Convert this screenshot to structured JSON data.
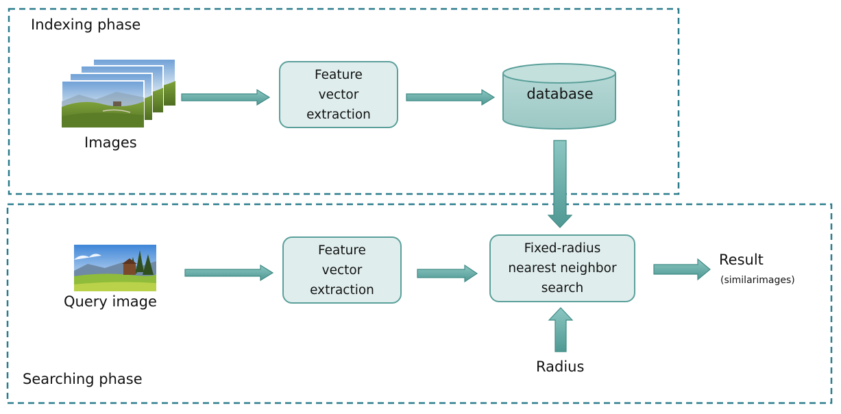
{
  "phases": {
    "indexing": "Indexing phase",
    "searching": "Searching phase"
  },
  "indexing": {
    "images_label": "Images",
    "feature_box": "Feature\nvector\nextraction",
    "database_label": "database"
  },
  "searching": {
    "query_label": "Query image",
    "feature_box": "Feature\nvector\nextraction",
    "search_box": "Fixed-radius\nnearest neighbor\nsearch",
    "radius_label": "Radius",
    "result_label": "Result",
    "result_sub": "(similarimages)"
  },
  "colors": {
    "accent": "#5a9f9a",
    "box_fill": "#dfeeed",
    "dashed_border": "#2a7b8c",
    "arrow_fill": "#6bb3ad"
  }
}
